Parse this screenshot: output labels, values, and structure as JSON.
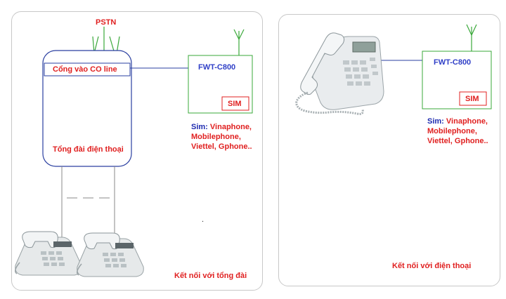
{
  "left": {
    "pstn_label": "PSTN",
    "co_line_label": "Cổng vào CO line",
    "pbx_label": "Tổng đài điện thoại",
    "device_label": "FWT-C800",
    "sim_label": "SIM",
    "sim_list": {
      "prefix": "Sim:",
      "line1": "Vinaphone,",
      "line2": "Mobilephone,",
      "line3": "Viettel, Gphone.."
    },
    "caption": "Kết nối với tổng đài",
    "stray_mark": "."
  },
  "right": {
    "device_label": "FWT-C800",
    "sim_label": "SIM",
    "sim_list": {
      "prefix": "Sim:",
      "line1": "Vinaphone,",
      "line2": "Mobilephone,",
      "line3": "Viettel, Gphone.."
    },
    "caption": "Kết nối với điện thoại"
  },
  "colors": {
    "red": "#e02020",
    "blue": "#2f3fc7",
    "device_box": "#3aa83a",
    "pbx_border": "#2a3fa0"
  }
}
